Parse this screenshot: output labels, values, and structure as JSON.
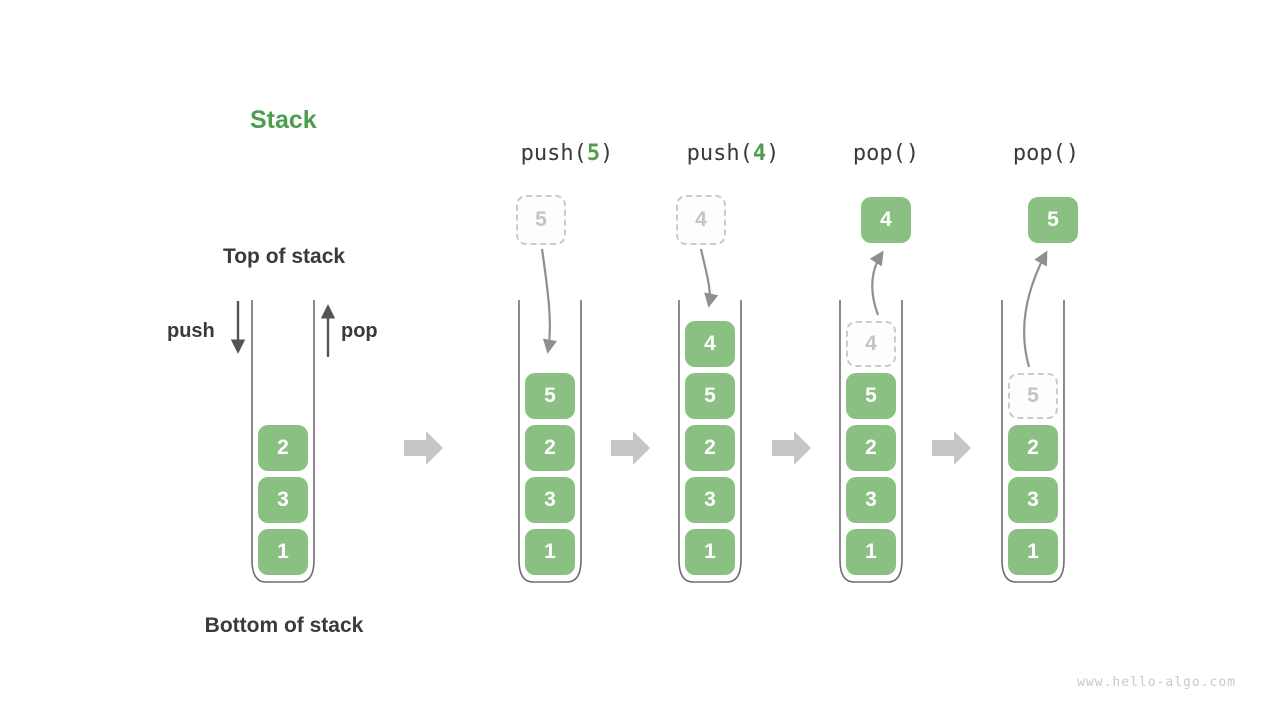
{
  "title": "Stack",
  "labels": {
    "top_of_stack": "Top of stack",
    "bottom_of_stack": "Bottom of stack",
    "push": "push",
    "pop": "pop"
  },
  "watermark": "www.hello-algo.com",
  "colors": {
    "green_box": "#8BC083",
    "green_text": "#4D9D4F",
    "dark_text": "#3A3A3A",
    "arrow_gray": "#8F8F8F",
    "arrow_dark": "#545454",
    "block_arrow": "#C6C6C6",
    "ghost_border": "#CBCBCB",
    "ghost_text": "#C4C4C4",
    "ghost_fill": "#FDFDFD",
    "vessel_stroke": "#6E6E6E",
    "watermark": "#C9C9C9"
  },
  "icons": [
    {
      "name": "push-down-arrow-icon"
    },
    {
      "name": "pop-up-arrow-icon"
    },
    {
      "name": "step-arrow-icon"
    },
    {
      "name": "push-curve-arrow-icon"
    },
    {
      "name": "pop-curve-arrow-icon"
    }
  ],
  "columns": [
    {
      "name": "stack-initial",
      "operation": null,
      "floating": null,
      "items": [
        {
          "value": "2",
          "ghost": false
        },
        {
          "value": "3",
          "ghost": false
        },
        {
          "value": "1",
          "ghost": false
        }
      ]
    },
    {
      "name": "stack-after-push-5",
      "operation": [
        {
          "text": "push(",
          "green": false
        },
        {
          "text": "5",
          "green": true
        },
        {
          "text": ")",
          "green": false
        }
      ],
      "floating": {
        "value": "5",
        "ghost": true
      },
      "items": [
        {
          "value": "5",
          "ghost": false
        },
        {
          "value": "2",
          "ghost": false
        },
        {
          "value": "3",
          "ghost": false
        },
        {
          "value": "1",
          "ghost": false
        }
      ]
    },
    {
      "name": "stack-after-push-4",
      "operation": [
        {
          "text": "push(",
          "green": false
        },
        {
          "text": "4",
          "green": true
        },
        {
          "text": ")",
          "green": false
        }
      ],
      "floating": {
        "value": "4",
        "ghost": true
      },
      "items": [
        {
          "value": "4",
          "ghost": false
        },
        {
          "value": "5",
          "ghost": false
        },
        {
          "value": "2",
          "ghost": false
        },
        {
          "value": "3",
          "ghost": false
        },
        {
          "value": "1",
          "ghost": false
        }
      ]
    },
    {
      "name": "stack-after-pop-4",
      "operation": [
        {
          "text": "pop()",
          "green": false
        }
      ],
      "floating": {
        "value": "4",
        "ghost": false
      },
      "items": [
        {
          "value": "4",
          "ghost": true
        },
        {
          "value": "5",
          "ghost": false
        },
        {
          "value": "2",
          "ghost": false
        },
        {
          "value": "3",
          "ghost": false
        },
        {
          "value": "1",
          "ghost": false
        }
      ]
    },
    {
      "name": "stack-after-pop-5",
      "operation": [
        {
          "text": "pop()",
          "green": false
        }
      ],
      "floating": {
        "value": "5",
        "ghost": false
      },
      "items": [
        {
          "value": "5",
          "ghost": true
        },
        {
          "value": "2",
          "ghost": false
        },
        {
          "value": "3",
          "ghost": false
        },
        {
          "value": "1",
          "ghost": false
        }
      ]
    }
  ]
}
